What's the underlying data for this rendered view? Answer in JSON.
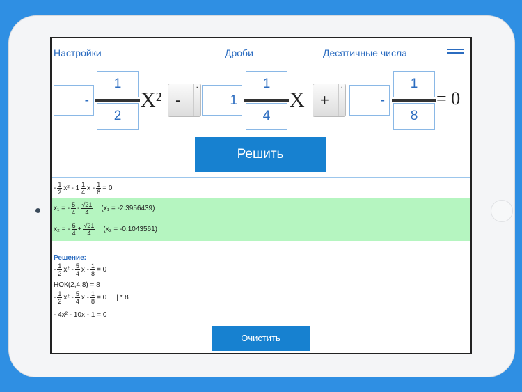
{
  "nav": {
    "settings": "Настройки",
    "fractions": "Дроби",
    "decimals": "Десятичные числа"
  },
  "equation": {
    "a": {
      "whole": "",
      "sign": "-",
      "num": "1",
      "den": "2"
    },
    "x2": "X²",
    "op1": "-",
    "b": {
      "whole": "1",
      "num": "1",
      "den": "4"
    },
    "x": "X",
    "op2": "+",
    "c": {
      "whole": "",
      "sign": "-",
      "num": "1",
      "den": "8"
    },
    "eq": "= 0"
  },
  "solve_label": "Решить",
  "result": {
    "eq_line": {
      "p1": "-",
      "f1n": "1",
      "f1d": "2",
      "p2": "x² - 1",
      "f2n": "1",
      "f2d": "4",
      "p3": "x -",
      "f3n": "1",
      "f3d": "8",
      "p4": "= 0"
    },
    "x1": {
      "lhs": "x₁ = -",
      "fn": "5",
      "fd": "4",
      "op": "-",
      "rn": "√21",
      "rd": "4",
      "approx": "(x₁ = -2.3956439)"
    },
    "x2": {
      "lhs": "x₂ = -",
      "fn": "5",
      "fd": "4",
      "op": "+",
      "rn": "√21",
      "rd": "4",
      "approx": "(x₂ = -0.1043561)"
    },
    "solution_title": "Решение:",
    "step1": {
      "p1": "-",
      "f1n": "1",
      "f1d": "2",
      "p2": "x² -",
      "f2n": "5",
      "f2d": "4",
      "p3": "x -",
      "f3n": "1",
      "f3d": "8",
      "p4": "= 0"
    },
    "lcm": "НОК(2,4,8) = 8",
    "step2": {
      "p1": "-",
      "f1n": "1",
      "f1d": "2",
      "p2": "x² -",
      "f2n": "5",
      "f2d": "4",
      "p3": "x -",
      "f3n": "1",
      "f3d": "8",
      "p4": "= 0",
      "mul": "| * 8"
    },
    "step3": "- 4x² - 10x - 1 = 0"
  },
  "clear_label": "Очистить"
}
